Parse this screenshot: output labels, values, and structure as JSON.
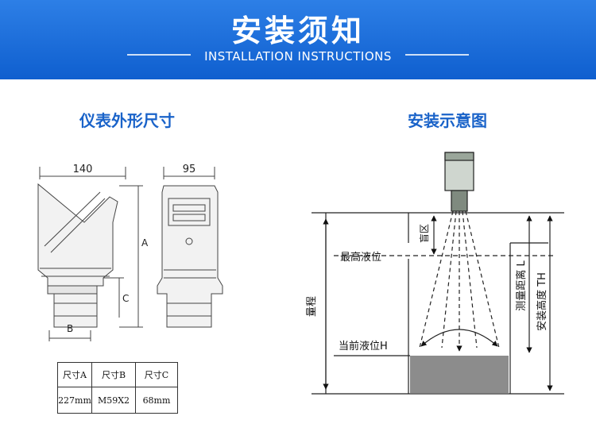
{
  "banner": {
    "title": "安装须知",
    "subtitle": "INSTALLATION INSTRUCTIONS",
    "bg_color": "#1468d6"
  },
  "left_section": {
    "title": "仪表外形尺寸",
    "dims": {
      "width_top": "140",
      "width_side": "95",
      "label_a": "A",
      "label_b": "B",
      "label_c": "C"
    }
  },
  "right_section": {
    "title": "安装示意图",
    "labels": {
      "blind_zone": "盲区",
      "max_level": "最高液位",
      "range": "量程",
      "current_level": "当前液位H",
      "measure_distance": "测量距离 L",
      "install_height": "安装高度 TH"
    },
    "liquid_color": "#8c8c8c"
  },
  "dims_table": {
    "headers": [
      "尺寸A",
      "尺寸B",
      "尺寸C"
    ],
    "values": [
      "227mm",
      "M59X2",
      "68mm"
    ]
  }
}
